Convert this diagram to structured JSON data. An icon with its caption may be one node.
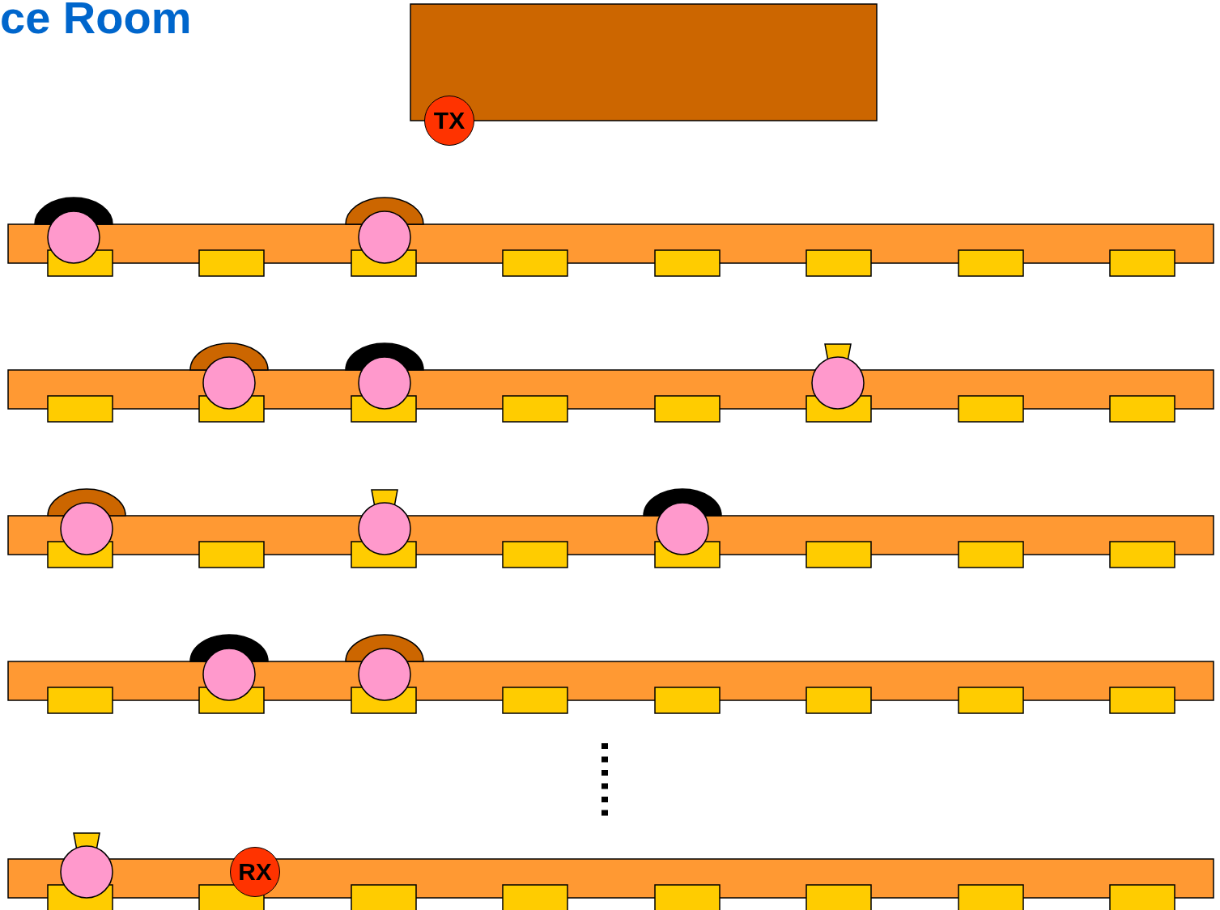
{
  "diagram": {
    "title": "ce Room",
    "nodes": [
      {
        "text": [
          "TX"
        ]
      },
      {
        "text": [
          "RX"
        ]
      }
    ]
  }
}
